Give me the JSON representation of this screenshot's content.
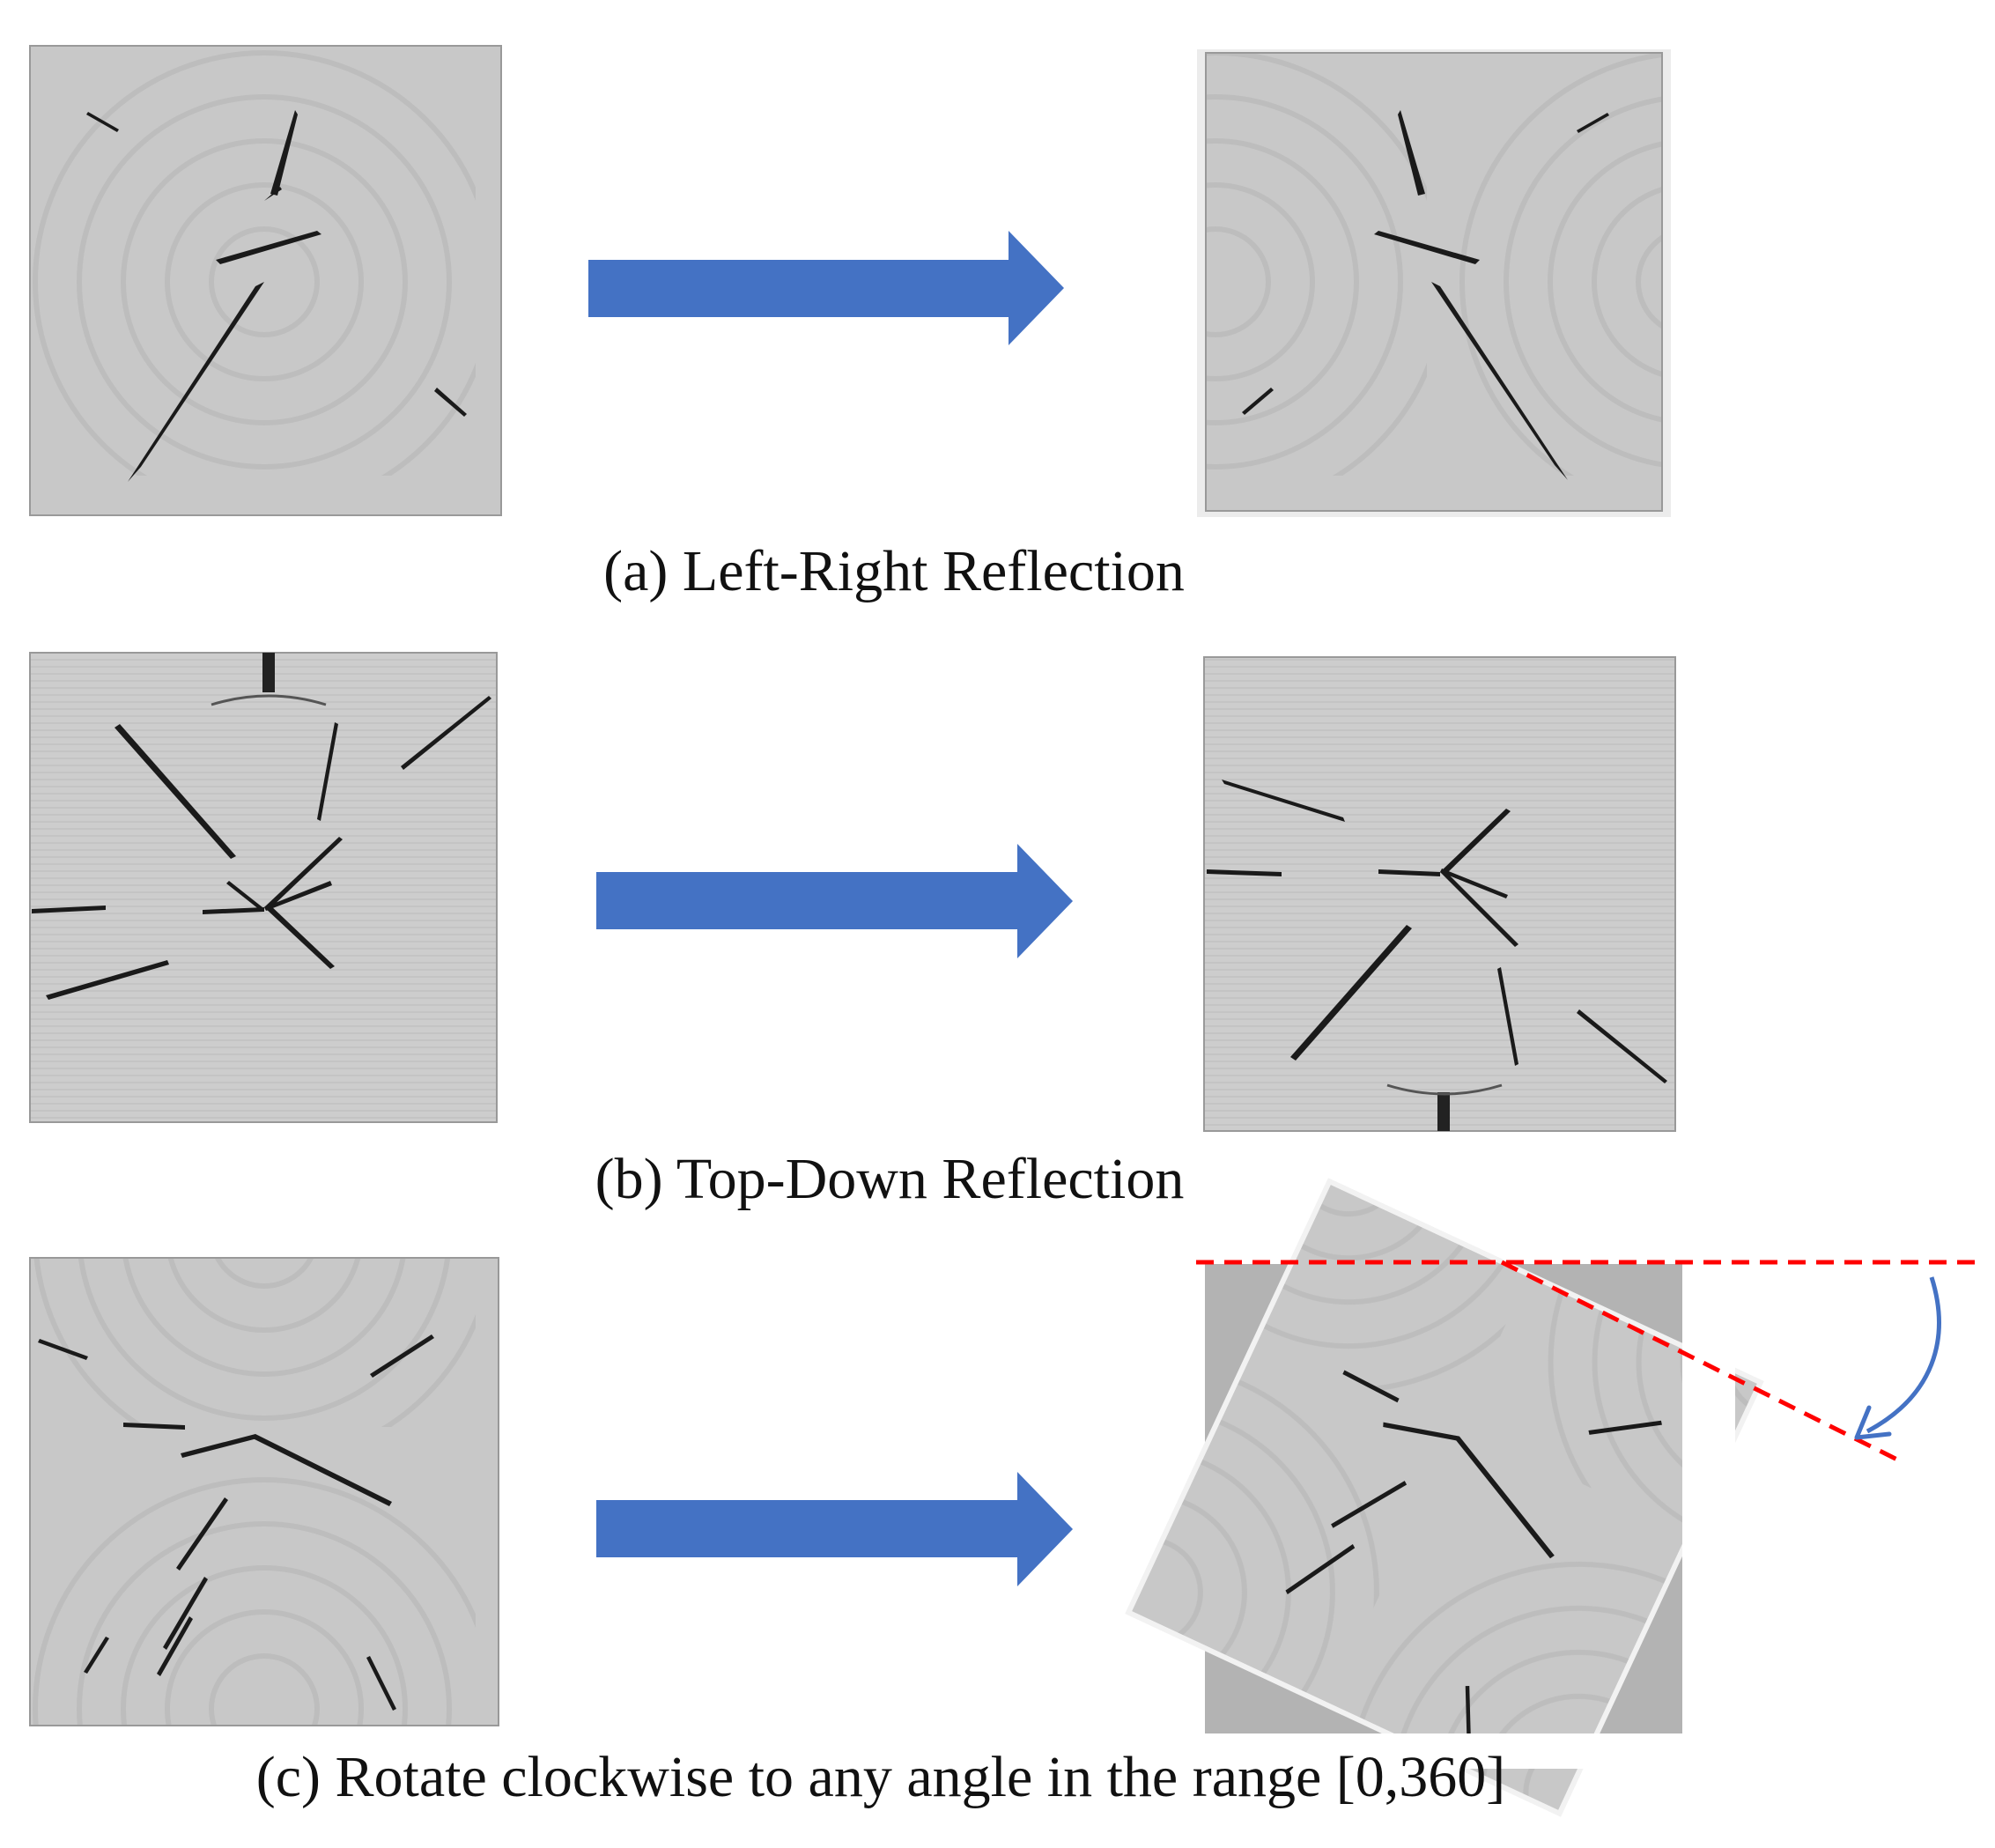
{
  "figure": {
    "captions": {
      "a": "(a) Left-Right Reflection",
      "b": "(b) Top-Down Reflection",
      "c": "(c) Rotate clockwise to any angle in the range [0,360]"
    },
    "colors": {
      "arrow": "#4472c4",
      "angle_guide": "#ff0000",
      "curve_arrow": "#4472c4",
      "sample_bg": "#c9c9c9",
      "crack": "#1a1a1a",
      "padding": "#b3b3b3"
    }
  }
}
